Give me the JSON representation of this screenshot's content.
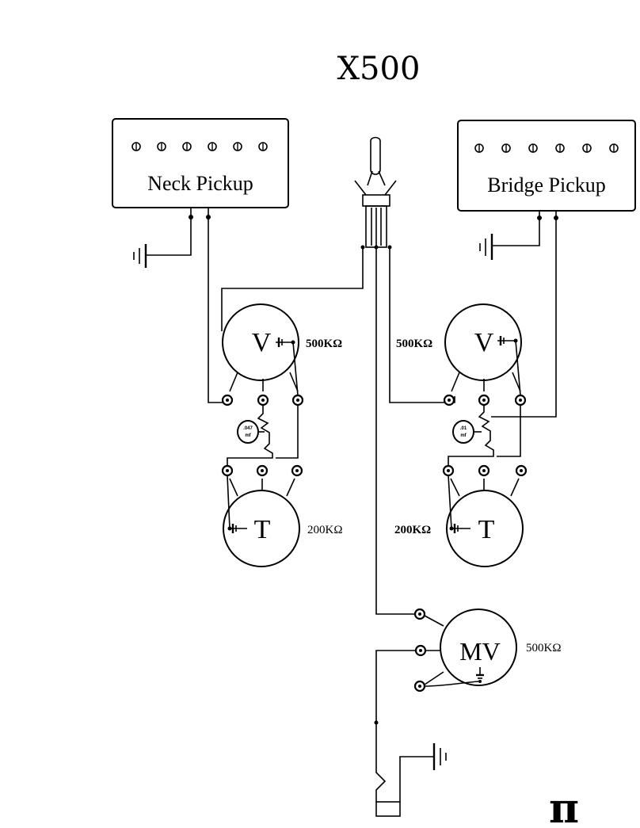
{
  "title": "X500",
  "neck_pickup": {
    "label": "Neck Pickup",
    "pole_count": 6
  },
  "bridge_pickup": {
    "label": "Bridge Pickup",
    "pole_count": 6
  },
  "neck_volume": {
    "letter": "V",
    "value": "500KΩ"
  },
  "neck_tone": {
    "letter": "T",
    "value": "200KΩ"
  },
  "neck_cap": {
    "line1": ".047",
    "line2": "mf"
  },
  "bridge_volume": {
    "letter": "V",
    "value": "500KΩ"
  },
  "bridge_tone": {
    "letter": "T",
    "value": "200KΩ"
  },
  "bridge_cap": {
    "line1": ".01",
    "line2": "mf"
  },
  "master_volume": {
    "letter": "MV",
    "value": "500KΩ"
  },
  "logo": "π"
}
